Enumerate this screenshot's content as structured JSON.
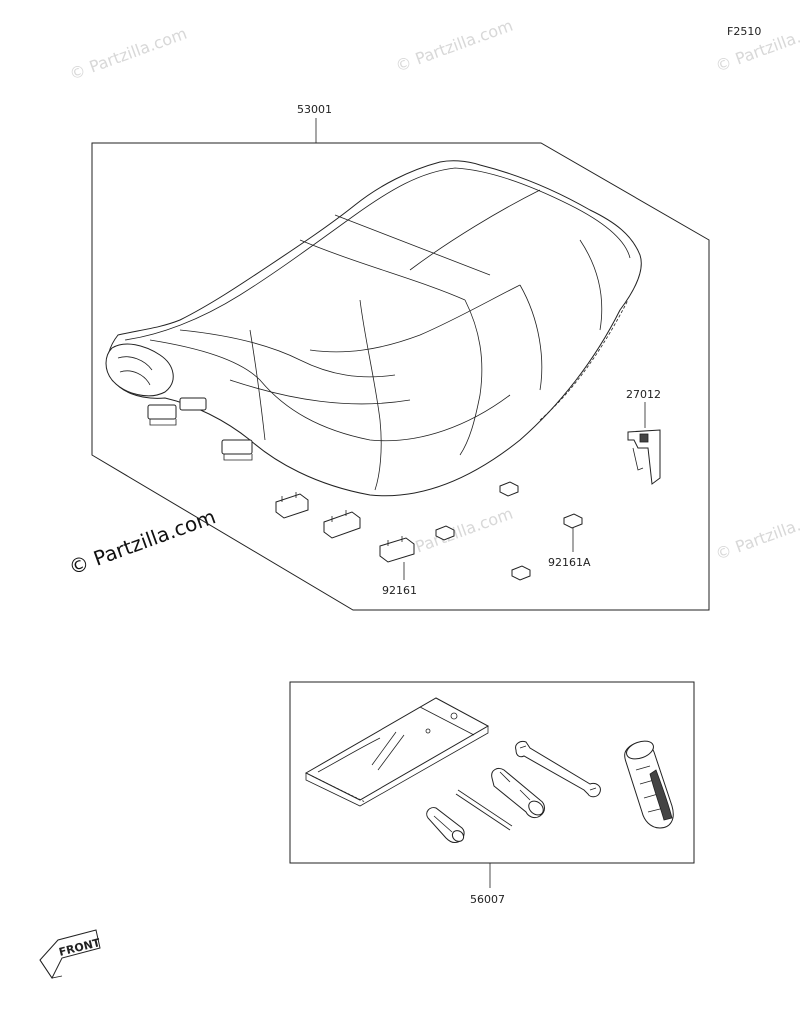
{
  "figure_code": "F2510",
  "watermark": {
    "text": "© Partzilla.com",
    "main_text": "© Partzilla.com"
  },
  "callouts": {
    "seat": "53001",
    "hook": "27012",
    "damper": "92161",
    "damper_a": "92161A",
    "tool_kit": "56007"
  },
  "front_marker": "FRONT",
  "icons": [
    "seat-assembly-drawing",
    "hook-drawing",
    "rubber-damper-drawing",
    "tool-bag-drawing",
    "wrench-drawing",
    "spark-plug-wrench-drawing",
    "screwdriver-drawing",
    "handle-drawing",
    "front-arrow-icon"
  ]
}
